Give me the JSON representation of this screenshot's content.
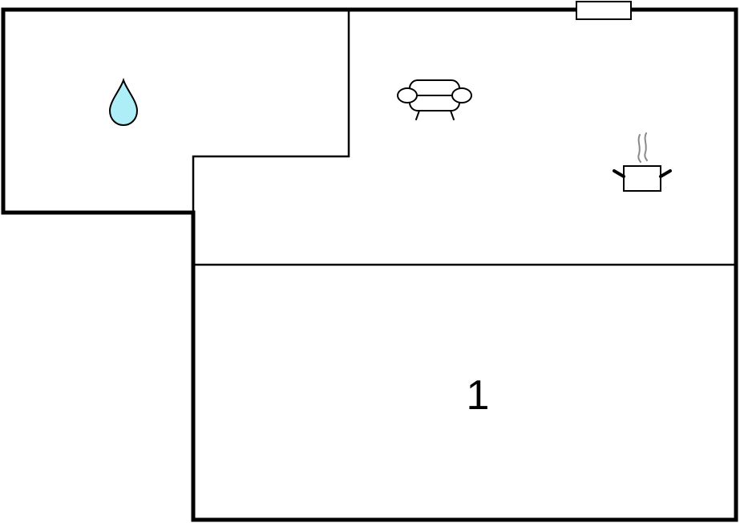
{
  "floorplan": {
    "rooms": [
      {
        "id": "bathroom",
        "icon": "water-drop-icon",
        "label": ""
      },
      {
        "id": "living-kitchen",
        "icons": [
          "sofa-icon",
          "cooking-pot-icon"
        ],
        "label": ""
      },
      {
        "id": "bedroom",
        "icon": "",
        "label": "1"
      }
    ],
    "window": {
      "icon": "window-icon"
    }
  },
  "colors": {
    "wall": "#000000",
    "background": "#ffffff",
    "water_drop": "#aeeef7",
    "steam": "#8a8a8a"
  }
}
